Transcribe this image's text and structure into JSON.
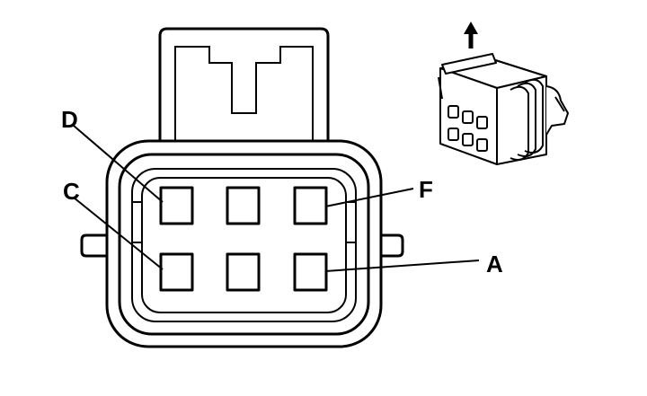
{
  "pin_labels": {
    "d": "D",
    "c": "C",
    "f": "F",
    "a": "A"
  },
  "icons": {
    "orientation_arrow": "up-arrow-icon",
    "connector_thumbnail": "connector-3d-icon"
  }
}
